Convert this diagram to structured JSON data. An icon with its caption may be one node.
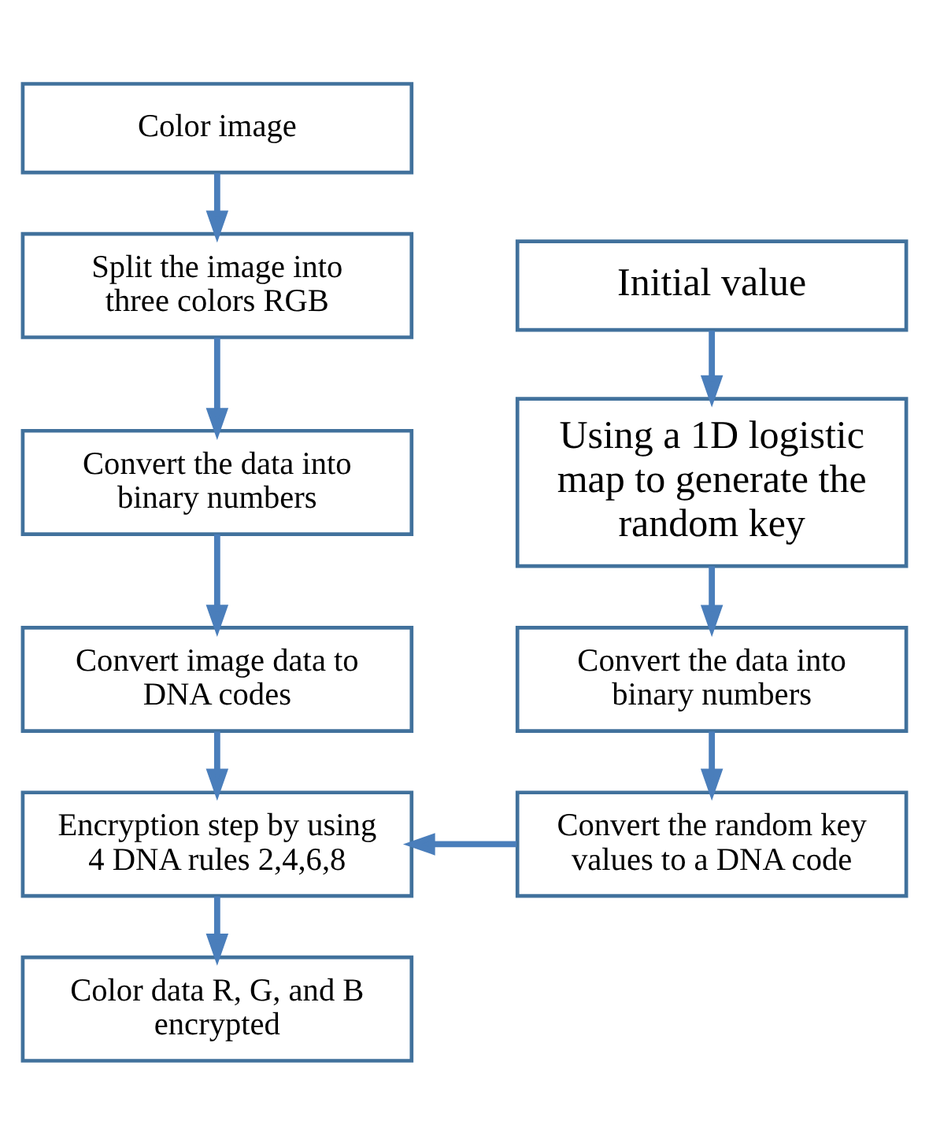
{
  "diagram": {
    "nodes": [
      {
        "text": [
          "Color image"
        ]
      },
      {
        "text": [
          "Split the image into three colors RGB"
        ]
      },
      {
        "text": [
          "Convert the data into binary numbers"
        ]
      },
      {
        "text": [
          "Convert image data to DNA codes"
        ]
      },
      {
        "text": [
          "Encryption step by using 4 DNA rules 2,4,6,8"
        ]
      },
      {
        "text": [
          "Color data R, G, and B encrypted"
        ]
      },
      {
        "text": [
          "Initial value"
        ]
      },
      {
        "text": [
          "Using a 1D logistic map to generate the random key"
        ]
      },
      {
        "text": [
          "Convert the data into binary numbers"
        ]
      },
      {
        "text": [
          "Convert the random key values to a DNA code"
        ]
      }
    ],
    "edges": [
      {
        "from": 0,
        "to": 1,
        "arrow": "to"
      },
      {
        "from": 1,
        "to": 2,
        "arrow": "to"
      },
      {
        "from": 2,
        "to": 3,
        "arrow": "to"
      },
      {
        "from": 3,
        "to": 4,
        "arrow": "to"
      },
      {
        "from": 4,
        "to": 5,
        "arrow": "to"
      },
      {
        "from": 6,
        "to": 7,
        "arrow": "to"
      },
      {
        "from": 7,
        "to": 8,
        "arrow": "to"
      },
      {
        "from": 8,
        "to": 9,
        "arrow": "to"
      },
      {
        "from": 9,
        "to": 4,
        "arrow": "to"
      }
    ]
  }
}
